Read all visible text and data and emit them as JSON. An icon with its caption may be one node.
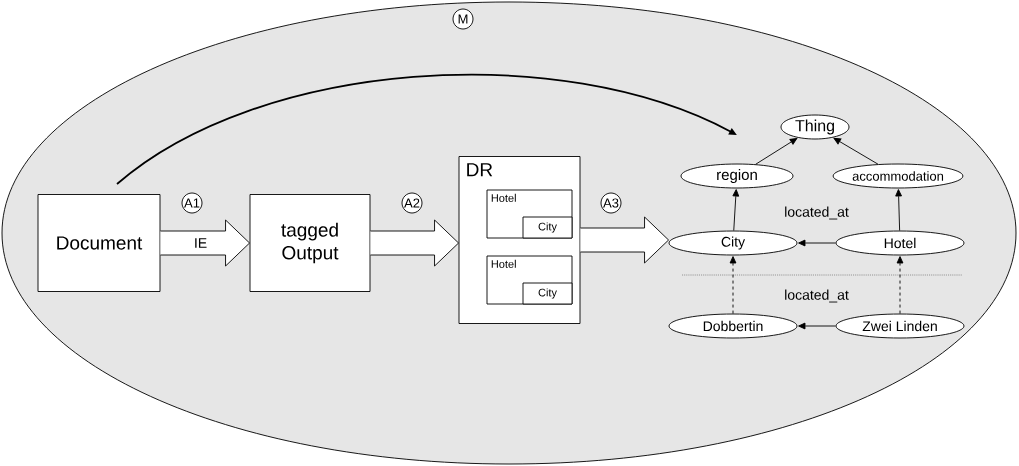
{
  "diagram": {
    "nodes": [
      {
        "text": [
          "Document"
        ]
      },
      {
        "text": [
          "tagged Output"
        ]
      },
      {
        "text": [
          "DR"
        ]
      },
      {
        "text": [
          "Hotel"
        ],
        "in": 2
      },
      {
        "text": [
          "City"
        ],
        "in": 3
      },
      {
        "text": [
          "Hotel"
        ],
        "in": 2
      },
      {
        "text": [
          "City"
        ],
        "in": 5
      },
      {
        "text": [
          "Thing"
        ]
      },
      {
        "text": [
          "region"
        ]
      },
      {
        "text": [
          "accommodation"
        ]
      },
      {
        "text": [
          "City"
        ]
      },
      {
        "text": [
          "Hotel"
        ]
      },
      {
        "text": [
          "Dobbertin"
        ]
      },
      {
        "text": [
          "Zwei Linden"
        ]
      }
    ],
    "edges": [
      {
        "from": 0,
        "to": 1,
        "arrow": "to",
        "label": "IE",
        "style": "thick"
      },
      {
        "from": 1,
        "to": 2,
        "arrow": "to",
        "style": "thick"
      },
      {
        "from": 2,
        "to": 10,
        "arrow": "to",
        "style": "thick"
      },
      {
        "from": 0,
        "to": null,
        "arrow": "to"
      },
      {
        "from": 8,
        "to": 7,
        "arrow": "to"
      },
      {
        "from": 9,
        "to": 7,
        "arrow": "to"
      },
      {
        "from": 10,
        "to": 8,
        "arrow": "to"
      },
      {
        "from": 11,
        "to": 9,
        "arrow": "to"
      },
      {
        "from": 11,
        "to": 10,
        "arrow": "to",
        "label": "located_at"
      },
      {
        "from": 12,
        "to": 10,
        "arrow": "to",
        "style": "dashed"
      },
      {
        "from": 13,
        "to": 11,
        "arrow": "to",
        "style": "dashed"
      },
      {
        "from": 13,
        "to": 12,
        "arrow": "to",
        "label": "located_at"
      }
    ],
    "labels": [
      "M",
      "A1",
      "A2",
      "A3"
    ]
  }
}
